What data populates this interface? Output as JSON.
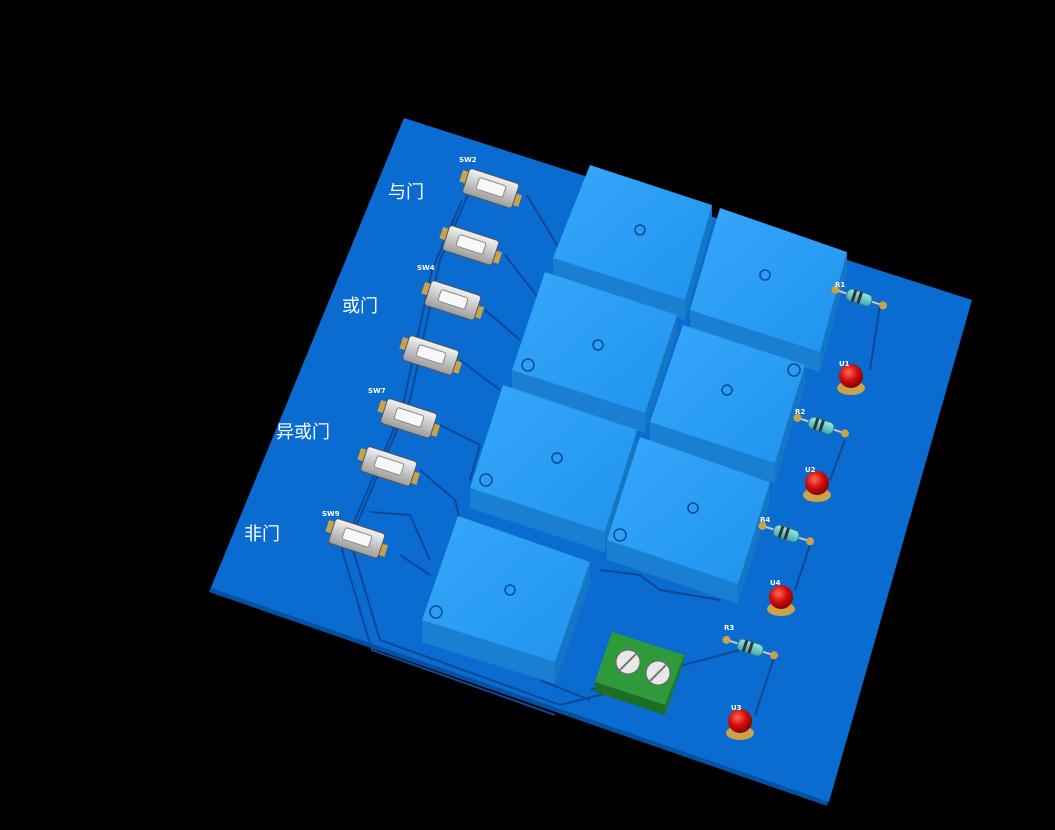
{
  "board": {
    "gate_labels": {
      "and_gate": "与门",
      "or_gate": "或门",
      "xor_gate": "异或门",
      "not_gate": "非门"
    },
    "designators": {
      "sw2": "SW2",
      "sw4": "SW4",
      "sw7": "SW7",
      "sw9": "SW9",
      "u1": "U1",
      "u2": "U2",
      "u4": "U4",
      "u3": "U3",
      "r1": "R1",
      "r2": "R2",
      "r4": "R4",
      "r3": "R3"
    }
  },
  "colors": {
    "background": "#000000",
    "pcb_top": "#0a6bd0",
    "pcb_edge": "#0650a0",
    "relay_top": "#2a9ff5",
    "relay_side": "#1a7fd0",
    "led": "#cc0000",
    "terminal": "#2f9a3a",
    "trace": "#0a3f86"
  }
}
